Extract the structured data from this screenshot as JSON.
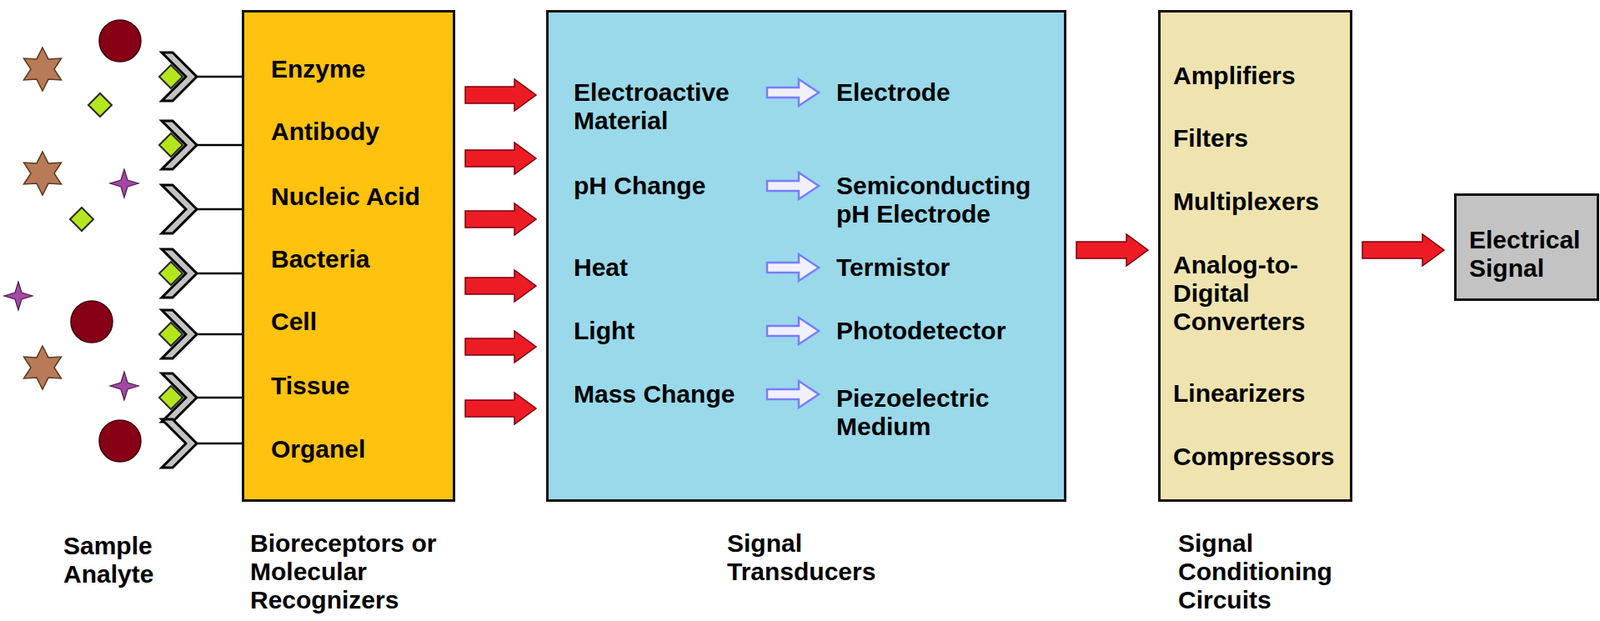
{
  "diagram": {
    "nodes": [
      {
        "text": [
          "Enzyme",
          "Antibody",
          "Nucleic Acid",
          "Bacteria",
          "Cell",
          "Tissue",
          "Organel",
          "Bioreceptors or Molecular Recognizers"
        ]
      },
      {
        "text": [
          "Electroactive Material",
          "Electrode",
          "pH Change",
          "Semiconducting pH Electrode",
          "Heat",
          "Termistor",
          "Light",
          "Photodetector",
          "Mass Change",
          "Piezoelectric Medium",
          "Signal Transducers"
        ]
      },
      {
        "text": [
          "Amplifiers",
          "Filters",
          "Multiplexers",
          "Analog-to- Digital Converters",
          "Linearizers",
          "Compressors",
          "Signal Conditioning Circuits"
        ]
      },
      {
        "text": [
          "Electrical Signal"
        ]
      }
    ],
    "edges": [
      {
        "from": 0,
        "to": 1,
        "arrow": "to"
      },
      {
        "from": 0,
        "to": 1,
        "arrow": "to"
      },
      {
        "from": 0,
        "to": 1,
        "arrow": "to"
      },
      {
        "from": 0,
        "to": 1,
        "arrow": "to"
      },
      {
        "from": 0,
        "to": 1,
        "arrow": "to"
      },
      {
        "from": 0,
        "to": 1,
        "arrow": "to"
      },
      {
        "from": 1,
        "to": 2,
        "arrow": "to"
      },
      {
        "from": 2,
        "to": 3,
        "arrow": "to"
      }
    ],
    "labels": [
      "Sample Analyte"
    ]
  }
}
